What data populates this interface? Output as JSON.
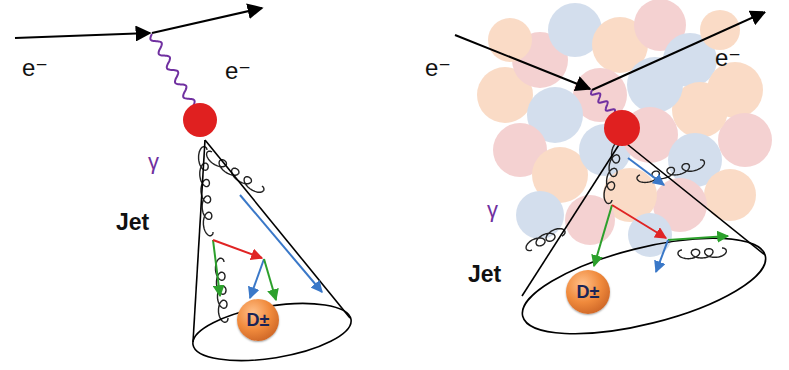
{
  "diagram": {
    "nodes": [
      {
        "text": [
          "D±"
        ]
      },
      {
        "text": [
          "D±"
        ]
      }
    ],
    "labels": [
      "e⁻",
      "e⁻",
      "γ",
      "Jet",
      "e⁻",
      "e⁻",
      "γ",
      "Jet"
    ]
  }
}
